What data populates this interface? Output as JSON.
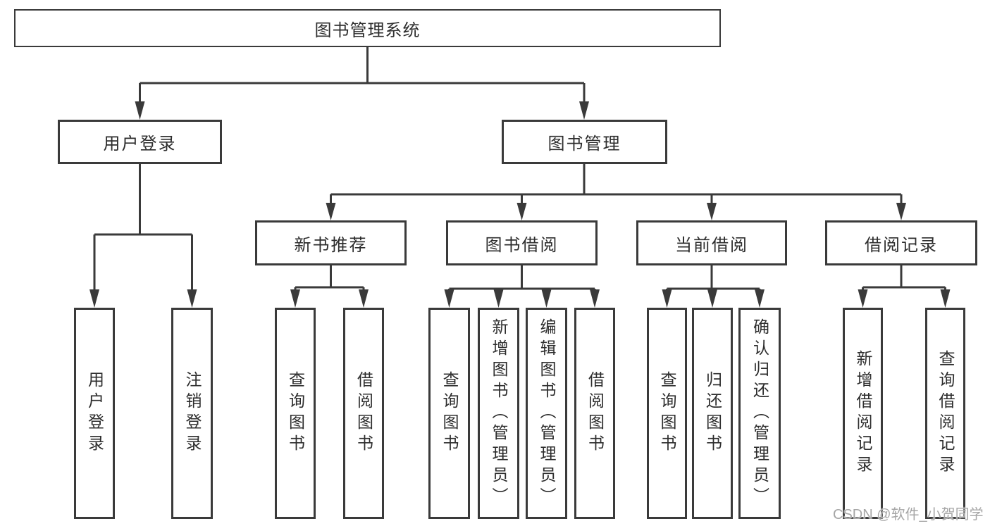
{
  "tree": {
    "root": {
      "label": "图书管理系统"
    },
    "branches": [
      {
        "label": "用户登录",
        "leaves": [
          "用户登录",
          "注销登录"
        ]
      },
      {
        "label": "图书管理",
        "groups": [
          {
            "label": "新书推荐",
            "leaves": [
              "查询图书",
              "借阅图书"
            ]
          },
          {
            "label": "图书借阅",
            "leaves": [
              "查询图书",
              "新增图书（管理员）",
              "编辑图书（管理员）",
              "借阅图书"
            ]
          },
          {
            "label": "当前借阅",
            "leaves": [
              "查询图书",
              "归还图书",
              "确认归还（管理员）"
            ]
          },
          {
            "label": "借阅记录",
            "leaves": [
              "新增借阅记录",
              "查询借阅记录"
            ]
          }
        ]
      }
    ]
  },
  "watermark": "CSDN @软件_小贺同学",
  "colors": {
    "line": "#3a3a3a",
    "text": "#2d2d2d",
    "box_background": "#ffffff",
    "watermark": "#a6a6a6"
  }
}
